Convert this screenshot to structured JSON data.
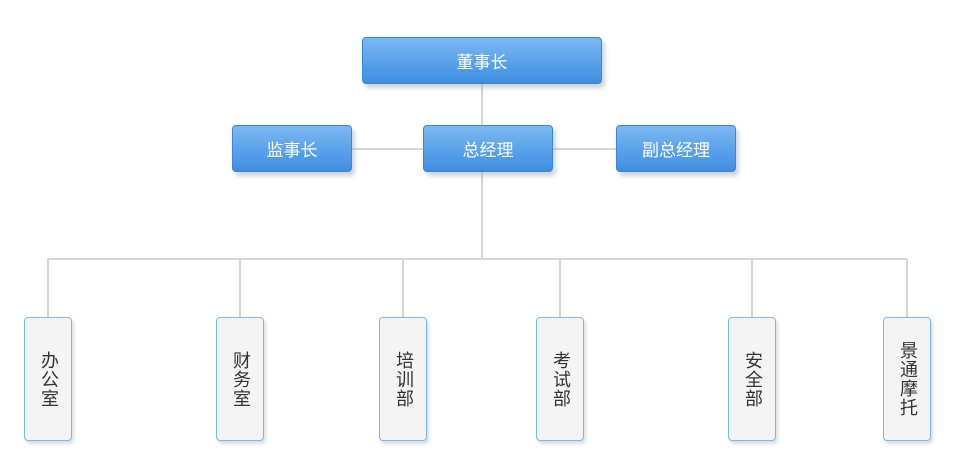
{
  "nodes": {
    "chairman": "董事长",
    "supervisor": "监事长",
    "general_manager": "总经理",
    "deputy_general_manager": "副总经理"
  },
  "departments": [
    "办公室",
    "财务室",
    "培训部",
    "考试部",
    "安全部",
    "景通摩托"
  ],
  "colors": {
    "node_fill_top": "#7cb8f0",
    "node_fill_bottom": "#3d8fe3",
    "dept_fill": "#f4f4f4",
    "dept_border": "#7db6ea",
    "connector": "#d6d6d6"
  }
}
